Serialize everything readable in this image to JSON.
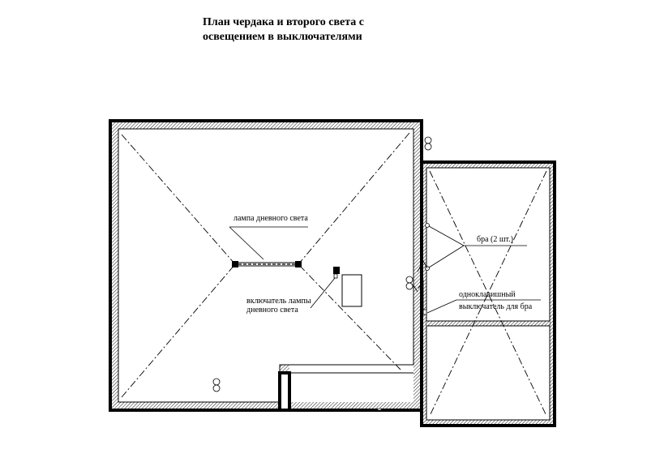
{
  "title": {
    "line1": "План чердака и второго света с",
    "line2": "освещением в выключателями"
  },
  "labels": {
    "lamp": "лампа дневного света",
    "switch_lamp_line1": "включатель лампы",
    "switch_lamp_line2": "дневного света",
    "sconce": "бра (2 шт.)",
    "single_switch_line1": "одноклавишный",
    "single_switch_line2": "выключатель для бра"
  },
  "colors": {
    "ink": "#000000",
    "background": "#ffffff"
  }
}
